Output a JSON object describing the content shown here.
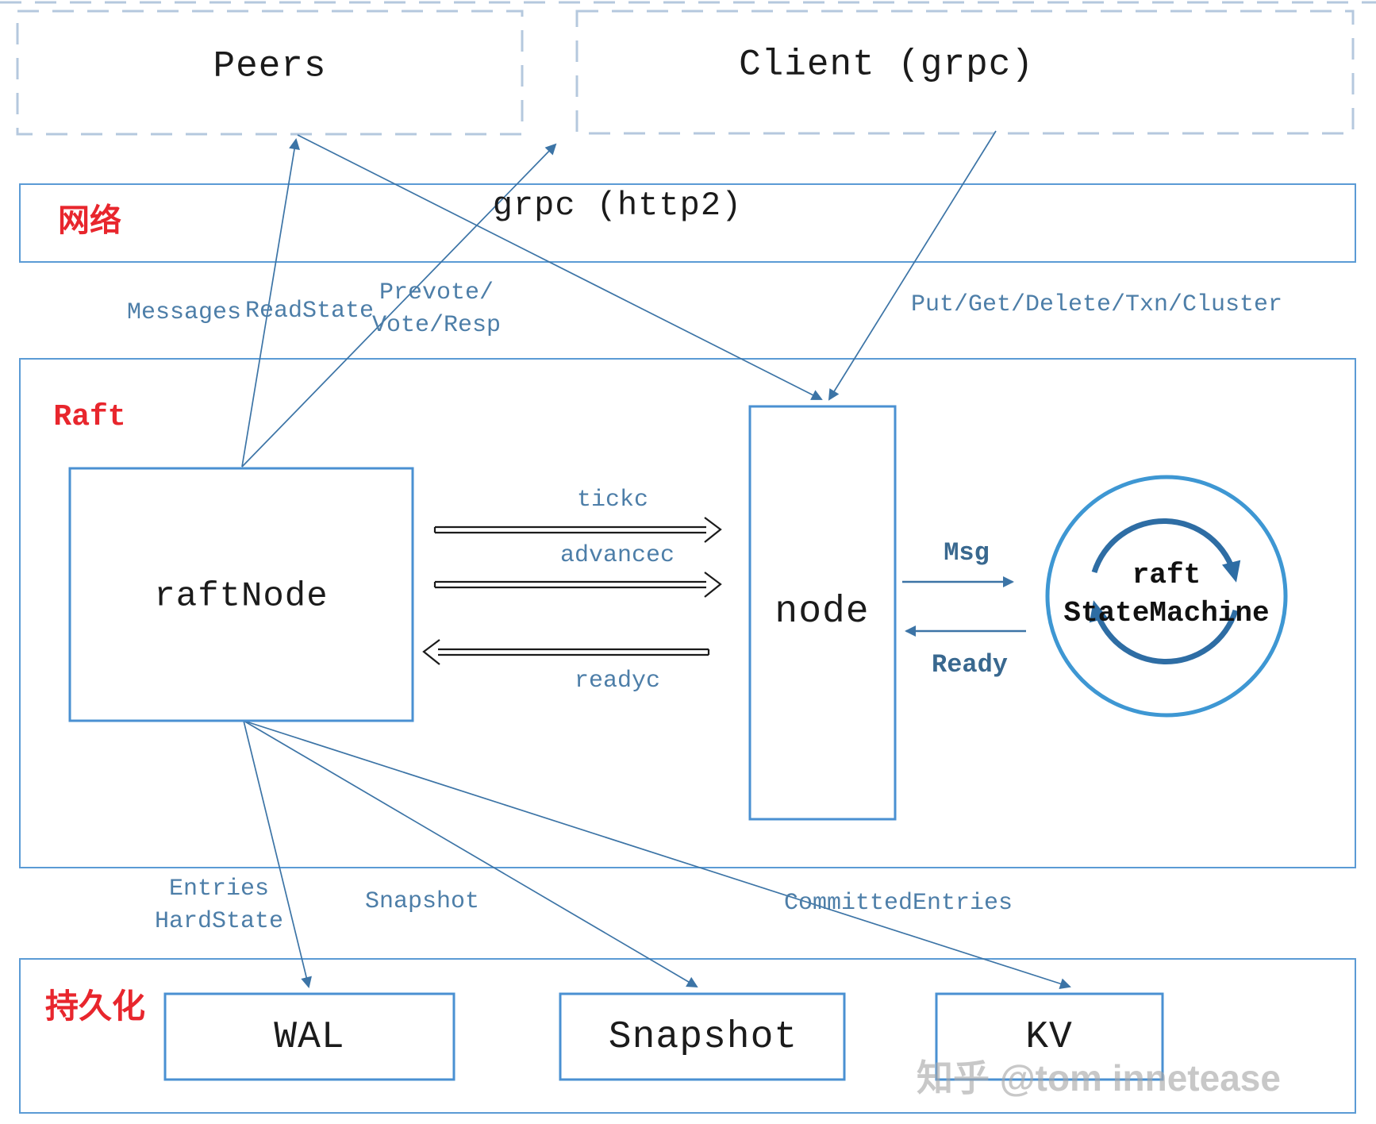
{
  "title": "etcd raft architecture diagram",
  "colors": {
    "box_border": "#4a90d2",
    "band_border": "#5b9bd5",
    "dashed_border": "#b5c8de",
    "connector_line": "#3c74a6",
    "label_blue": "#4d7ea8",
    "cycle_arrow": "#2e6da4",
    "circle_stroke": "#3e97d3",
    "accent_red": "#e8262d",
    "text_black": "#1b1b1b",
    "watermark_gray": "#a8a8a8"
  },
  "external": {
    "peers": "Peers",
    "client": "Client (grpc)"
  },
  "network_band": {
    "label": "网络",
    "title": "grpc (http2)"
  },
  "raft_band": {
    "label": "Raft",
    "raft_node": "raftNode",
    "node": "node",
    "state_machine_line1": "raft",
    "state_machine_line2": "StateMachine"
  },
  "edge_labels": {
    "messages": "Messages",
    "read_state": "ReadState",
    "prevote_line1": "Prevote/",
    "prevote_line2": "Vote/Resp",
    "client_ops": "Put/Get/Delete/Txn/Cluster",
    "tickc": "tickc",
    "advancec": "advancec",
    "readyc": "readyc",
    "msg": "Msg",
    "ready": "Ready",
    "entries_line1": "Entries",
    "entries_line2": "HardState",
    "snapshot": "Snapshot",
    "committed_entries": "CommittedEntries"
  },
  "persist_band": {
    "label": "持久化",
    "boxes": [
      "WAL",
      "Snapshot",
      "KV"
    ]
  },
  "watermark": "知乎 @tom innetease"
}
